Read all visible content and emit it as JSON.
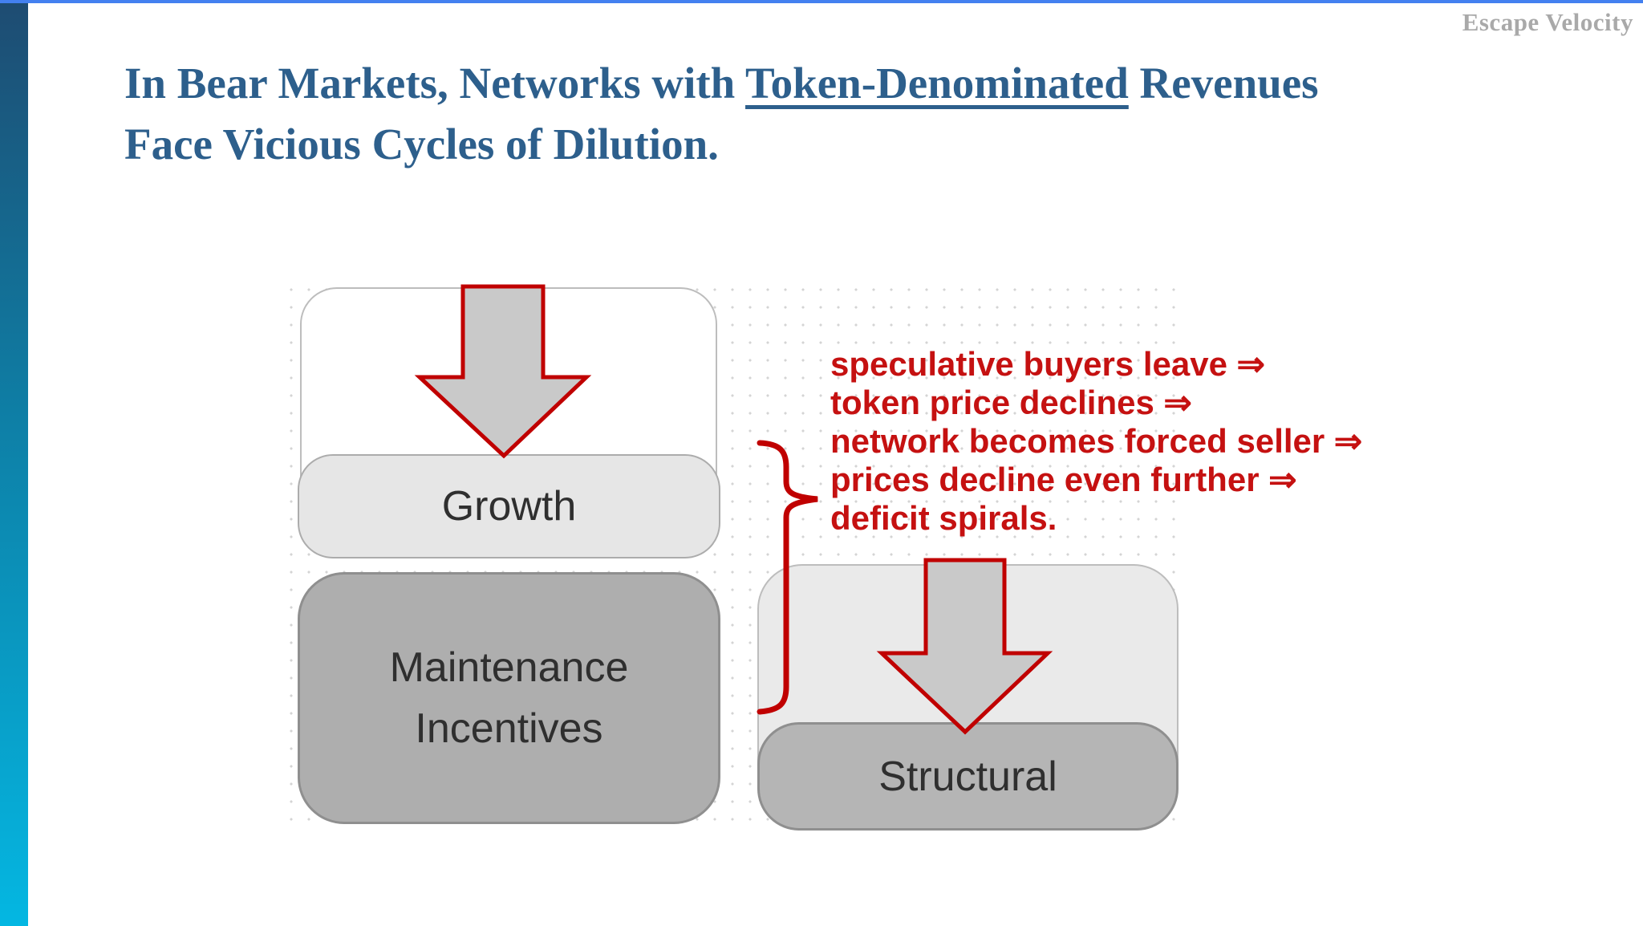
{
  "page": {
    "top_line_color": "#4380f0",
    "background_color": "#ffffff",
    "sidebar_gradient_top": "#1e4c72",
    "sidebar_gradient_bottom": "#04b7e2"
  },
  "header": {
    "brand": "Escape Velocity",
    "brand_color": "#a9a9a9",
    "title_color": "#2d5f8c",
    "title_pre": "In Bear Markets, Networks with ",
    "title_underlined": "Token-Denominated",
    "title_post_line1": " Revenues",
    "title_line2": "Face Vicious Cycles of Dilution."
  },
  "diagram": {
    "arrow_fill": "#c9c9c9",
    "arrow_stroke": "#c00000",
    "growth_group": {
      "label": "Growth"
    },
    "maintenance_box": {
      "lines": [
        "Maintenance",
        "Incentives"
      ]
    },
    "structural_group": {
      "label": "Structural"
    },
    "callout": {
      "color": "#c51111",
      "lines": [
        "speculative buyers leave ⇒",
        "token price declines ⇒",
        "network becomes forced seller ⇒",
        "prices decline even further ⇒",
        "deficit spirals."
      ]
    }
  }
}
